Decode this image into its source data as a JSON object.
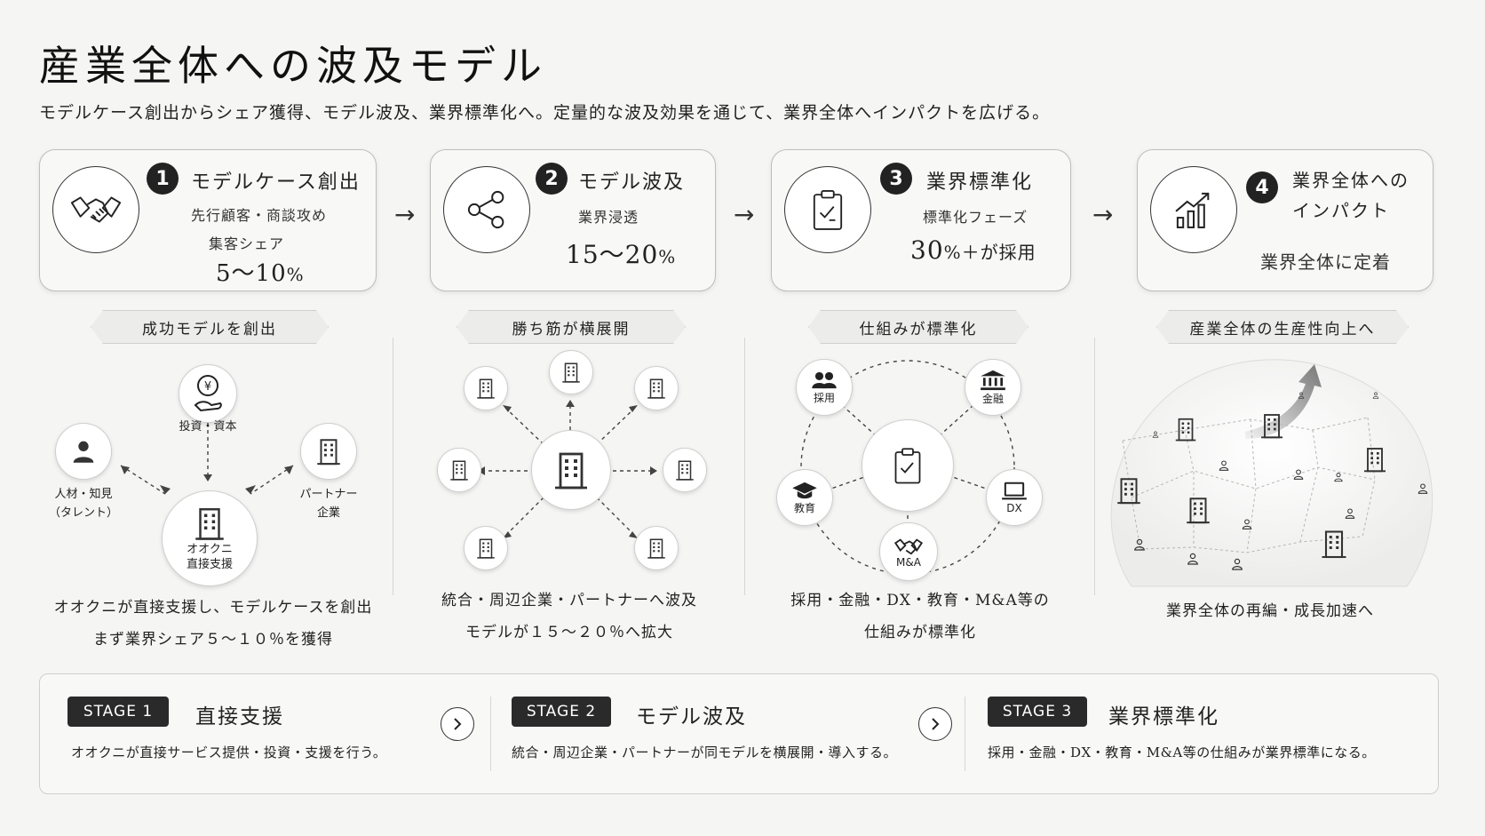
{
  "title": "産業全体への波及モデル",
  "subtitle": "モデルケース創出からシェア獲得、モデル波及、業界標準化へ。定量的な波及効果を通じて、業界全体へインパクトを広げる。",
  "cards": [
    {
      "num": "1",
      "title": "モデルケース創出",
      "sub1": "先行顧客・商談攻め",
      "sub2": "集客シェア",
      "value": "5～10",
      "unit": "%",
      "icon": "handshake-icon"
    },
    {
      "num": "2",
      "title": "モデル波及",
      "sub1": "業界浸透",
      "value": "15～20",
      "unit": "%",
      "icon": "share-icon"
    },
    {
      "num": "3",
      "title": "業界標準化",
      "sub1": "標準化フェーズ",
      "value": "30",
      "unit": "%",
      "value_suffix": "＋が採用",
      "icon": "clipboard-check-icon"
    },
    {
      "num": "4",
      "title_line1": "業界全体への",
      "title_line2": "インパクト",
      "value_text": "業界全体に定着",
      "icon": "growth-chart-icon"
    }
  ],
  "arrows": [
    "→",
    "→",
    "→"
  ],
  "ribbons": [
    "成功モデルを創出",
    "勝ち筋が横展開",
    "仕組みが標準化",
    "産業全体の生産性向上へ"
  ],
  "panel1": {
    "top_label": "投資・資本",
    "left_label_1": "人材・知見",
    "left_label_2": "（タレント）",
    "right_label_1": "パートナー",
    "right_label_2": "企業",
    "center_label_1": "オオクニ",
    "center_label_2": "直接支援",
    "caption_1": "オオクニが直接支援し、モデルケースを創出",
    "caption_2": "まず業界シェア５～１０％を獲得"
  },
  "panel2": {
    "caption_1": "統合・周辺企業・パートナーへ波及",
    "caption_2": "モデルが１５～２０％へ拡大"
  },
  "panel3": {
    "nodes": [
      "採用",
      "金融",
      "教育",
      "DX",
      "M&A"
    ],
    "caption_1": "採用・金融・DX・教育・M&A等の",
    "caption_2": "仕組みが標準化"
  },
  "panel4": {
    "caption": "業界全体の再編・成長加速へ"
  },
  "stages": [
    {
      "badge": "STAGE 1",
      "name": "直接支援",
      "desc": "オオクニが直接サービス提供・投資・支援を行う。"
    },
    {
      "badge": "STAGE 2",
      "name": "モデル波及",
      "desc": "統合・周辺企業・パートナーが同モデルを横展開・導入する。"
    },
    {
      "badge": "STAGE 3",
      "name": "業界標準化",
      "desc": "採用・金融・DX・教育・M&A等の仕組みが業界標準になる。"
    }
  ]
}
